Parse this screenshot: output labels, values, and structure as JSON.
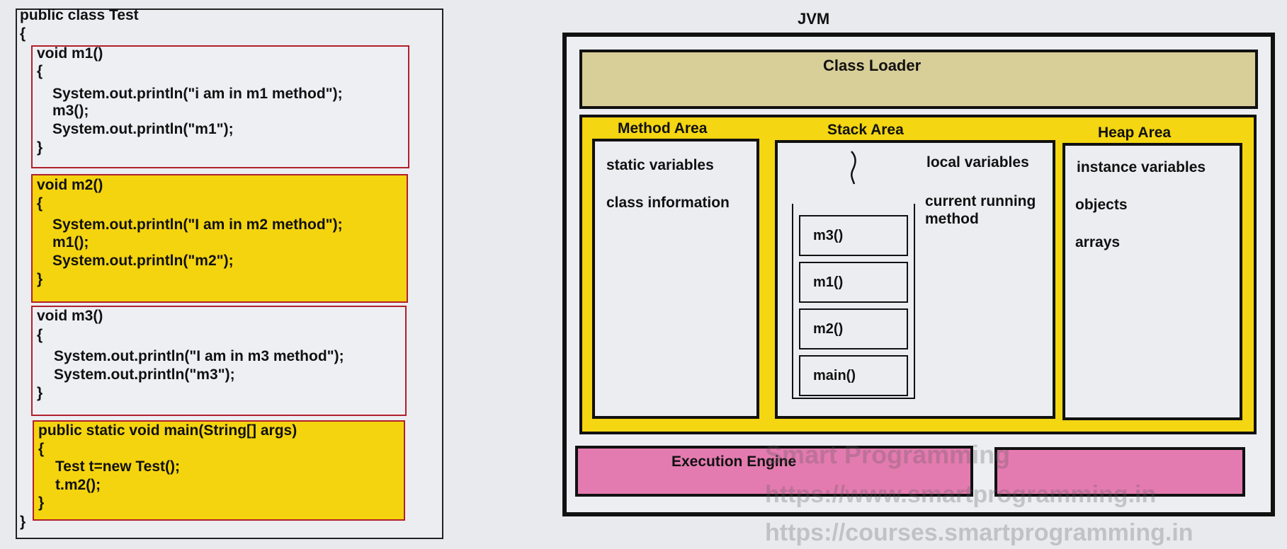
{
  "code": {
    "header": [
      "public class Test",
      "{"
    ],
    "footer": "}",
    "methods": [
      {
        "lines": [
          "void m1()",
          "{",
          "System.out.println(\"i am in m1 method\");",
          "m3();",
          "System.out.println(\"m1\");",
          "}"
        ]
      },
      {
        "lines": [
          "void m2()",
          "{",
          "System.out.println(\"I am in m2 method\");",
          "m1();",
          "System.out.println(\"m2\");",
          "}"
        ]
      },
      {
        "lines": [
          "void m3()",
          "{",
          "System.out.println(\"I am in m3 method\");",
          "System.out.println(\"m3\");",
          "}"
        ]
      },
      {
        "lines": [
          "public static void main(String[] args)",
          "{",
          "Test t=new Test();",
          "t.m2();",
          "}"
        ]
      }
    ]
  },
  "jvm": {
    "title": "JVM",
    "class_loader": "Class Loader",
    "method_area": {
      "title": "Method Area",
      "items": [
        "static variables",
        "class information"
      ]
    },
    "stack_area": {
      "title": "Stack Area",
      "items": [
        "local variables",
        "current running method"
      ],
      "frames": [
        "m3()",
        "m1()",
        "m2()",
        "main()"
      ]
    },
    "heap_area": {
      "title": "Heap Area",
      "items": [
        "instance variables",
        "objects",
        "arrays"
      ]
    },
    "execution_engine": "Execution Engine"
  },
  "watermark": [
    "Smart Programming",
    "https://www.smartprogramming.in",
    "https://courses.smartprogramming.in"
  ],
  "colors": {
    "yellow": "#f4d40f",
    "pink": "#e47bb0",
    "loader": "#d8ce98",
    "method_border": "#b0202c"
  }
}
